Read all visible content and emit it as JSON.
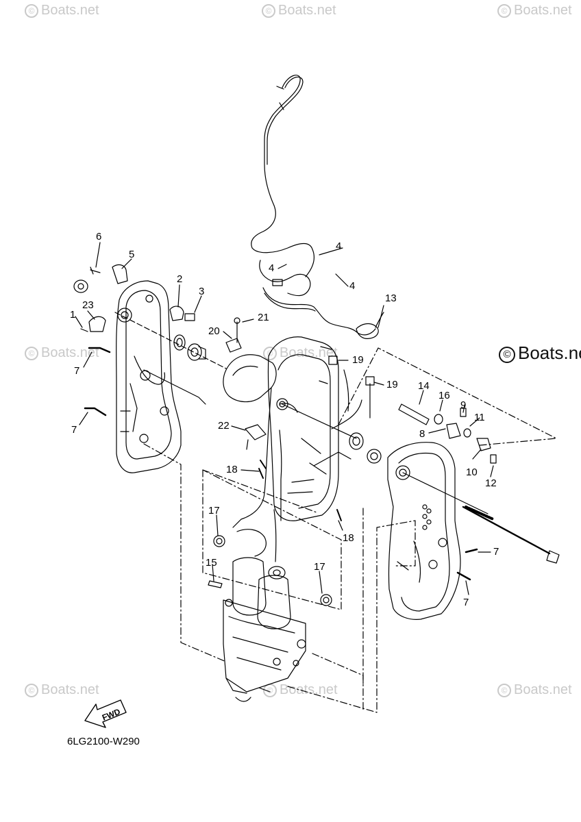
{
  "watermark": {
    "text": "Boats.net",
    "logo": "copyright-symbol"
  },
  "brand_watermark": {
    "text": "Boats.net",
    "logo": "copyright-symbol"
  },
  "diagram_code": "6LG2100-W290",
  "direction_arrow": {
    "label": "FWD"
  },
  "part_labels": {
    "p1": "1",
    "p2": "2",
    "p3": "3",
    "p4a": "4",
    "p4b": "4",
    "p4c": "4",
    "p5": "5",
    "p6": "6",
    "p7a": "7",
    "p7b": "7",
    "p7c": "7",
    "p7d": "7",
    "p8": "8",
    "p9": "9",
    "p10": "10",
    "p11": "11",
    "p12": "12",
    "p13": "13",
    "p14": "14",
    "p15": "15",
    "p16": "16",
    "p17a": "17",
    "p17b": "17",
    "p18a": "18",
    "p18b": "18",
    "p19a": "19",
    "p19b": "19",
    "p20": "20",
    "p21": "21",
    "p22": "22",
    "p23": "23"
  }
}
